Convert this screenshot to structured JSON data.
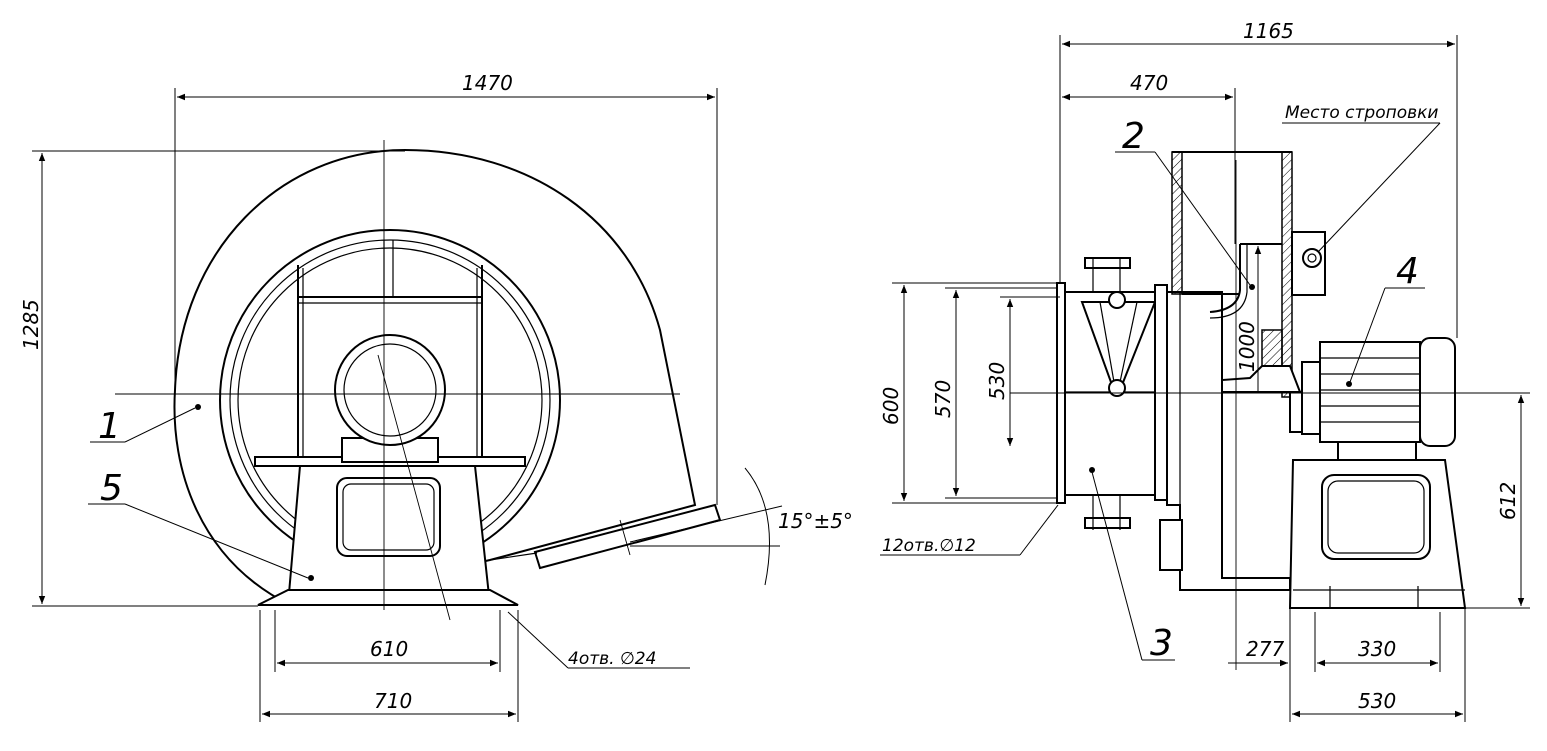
{
  "diagram": {
    "front_view": {
      "dims": {
        "overall_width": "1470",
        "overall_height": "1285",
        "base_inner": "610",
        "base_outer": "710",
        "angle": "15°±5°",
        "base_holes": "4отв. ∅24"
      },
      "callouts": {
        "item1": "1",
        "item5": "5"
      }
    },
    "side_view": {
      "dims": {
        "overall_width": "1165",
        "inlet_depth": "470",
        "flange_600": "600",
        "flange_570": "570",
        "flange_530": "530",
        "outlet_1000": "1000",
        "axis_height": "612",
        "offset_277": "277",
        "frame_330": "330",
        "frame_530": "530",
        "flange_holes": "12отв.∅12",
        "lifting_point": "Место строповки"
      },
      "callouts": {
        "item2": "2",
        "item3": "3",
        "item4": "4"
      }
    }
  }
}
